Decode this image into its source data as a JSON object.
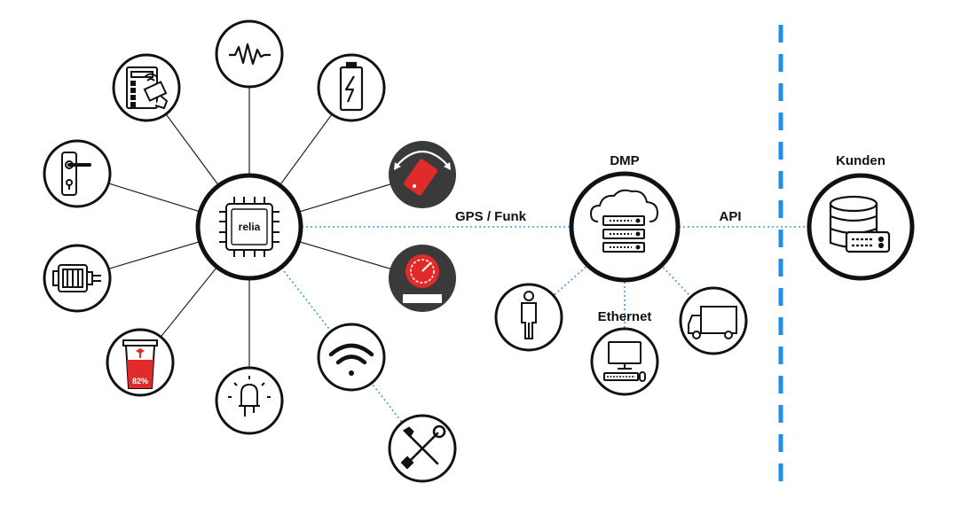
{
  "labels": {
    "chip": "relia",
    "link_wireless": "GPS / Funk",
    "dmp": "DMP",
    "api": "API",
    "ethernet": "Ethernet",
    "kunden": "Kunden",
    "fill_level": "82%"
  },
  "icons": [
    "activity-wave-icon",
    "battery-charging-icon",
    "phone-rotate-icon",
    "gauge-icon",
    "wifi-icon",
    "tools-icon",
    "led-bulb-icon",
    "waste-bin-fill-icon",
    "motor-icon",
    "door-handle-lock-icon",
    "card-reader-icon",
    "cloud-server-icon",
    "person-icon",
    "computer-icon",
    "truck-icon",
    "database-server-icon"
  ],
  "colors": {
    "line": "#222222",
    "dotted_link": "#3a9be0",
    "divider": "#1e8fe6",
    "dark_badge": "#3a3a3a",
    "accent_red": "#e12b2b"
  }
}
